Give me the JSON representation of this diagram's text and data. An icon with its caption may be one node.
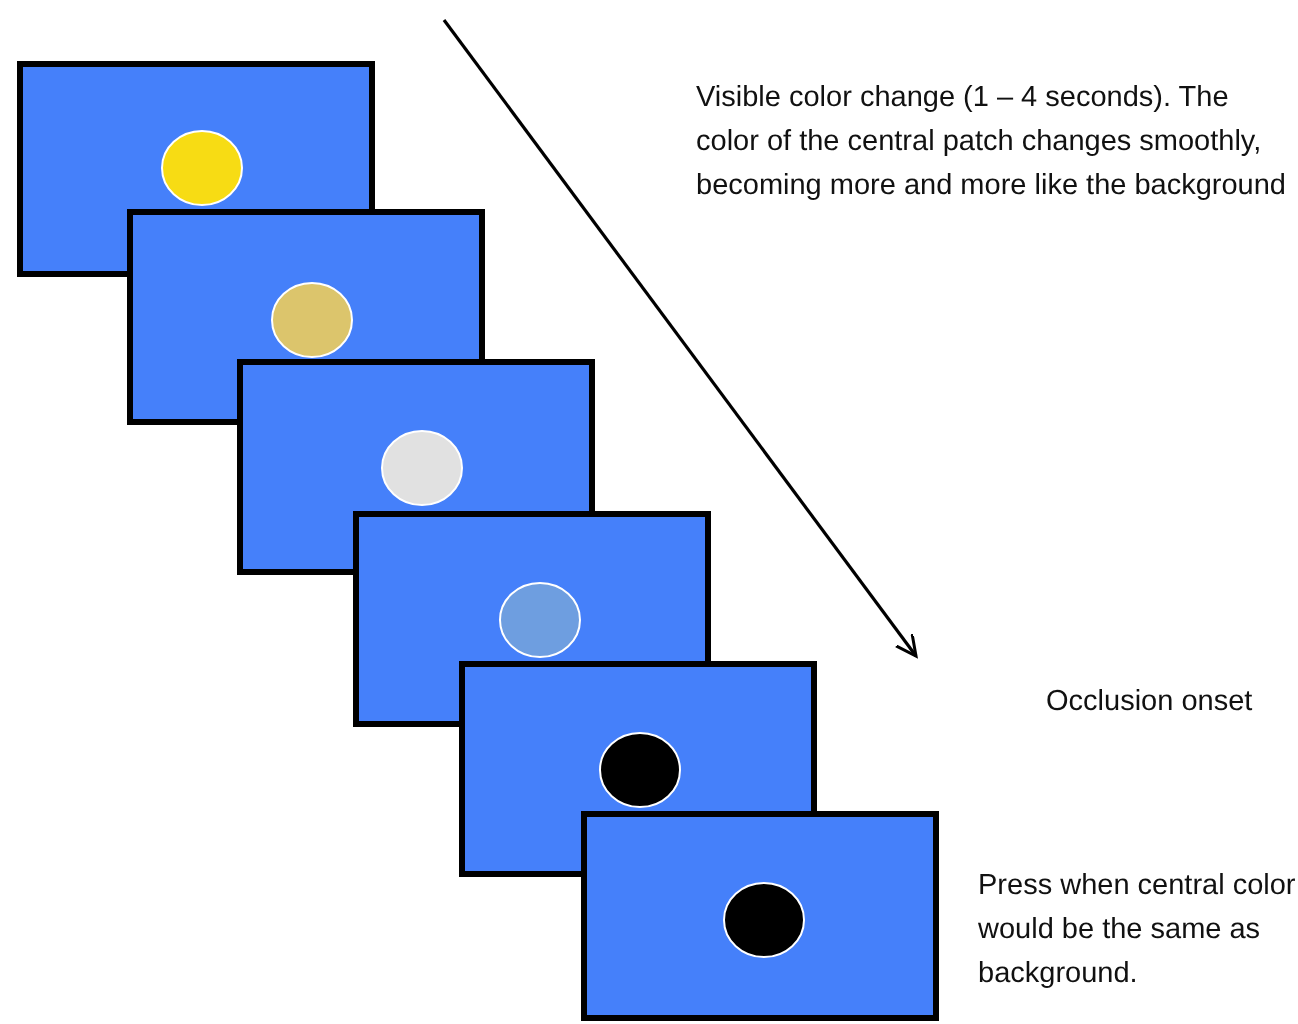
{
  "diagram": {
    "labels": [
      "Visible color change (1 – 4 seconds). The color of the central patch changes smoothly, becoming more and more like the background",
      "Occlusion onset",
      "Press when central color would be the same as background."
    ]
  }
}
